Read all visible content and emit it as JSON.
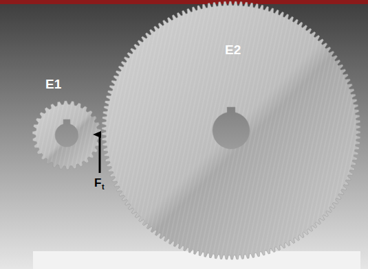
{
  "diagram": {
    "labels": [
      "E1",
      "E2",
      "F",
      "t"
    ]
  }
}
